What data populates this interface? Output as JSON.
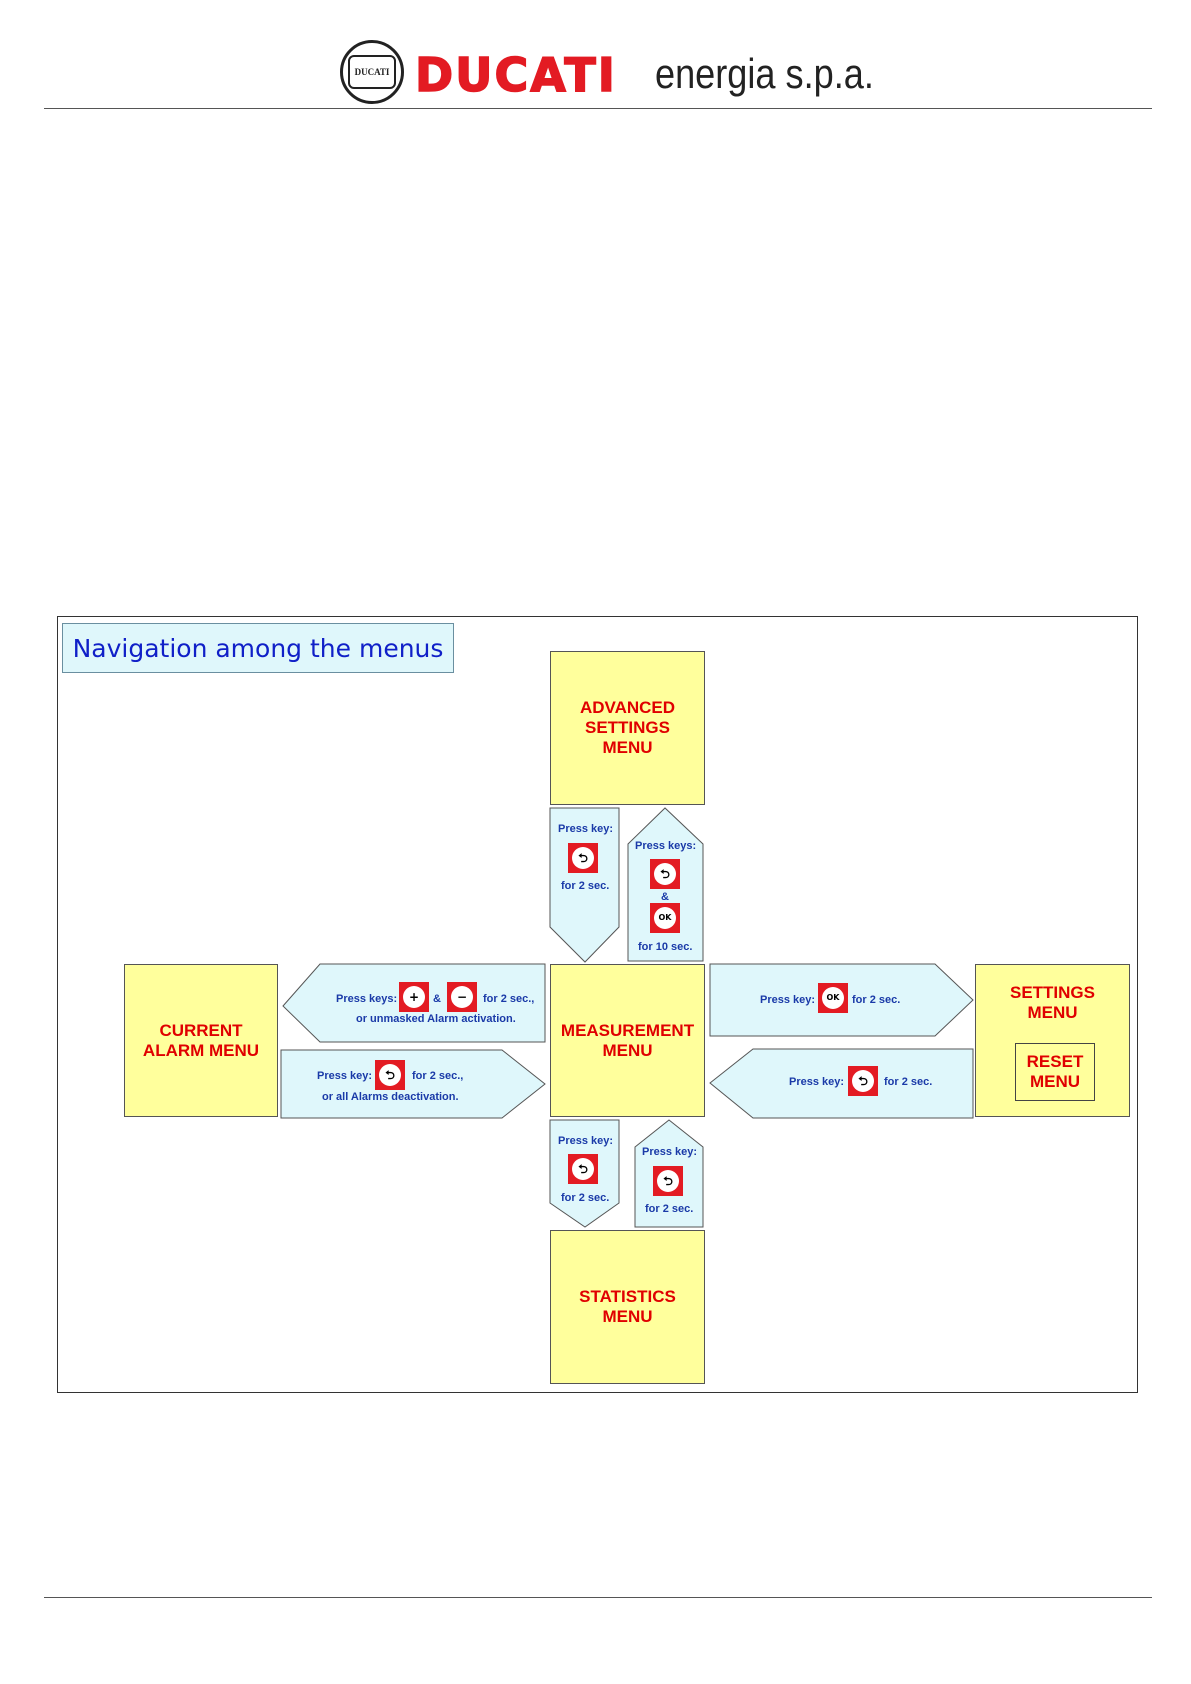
{
  "header": {
    "brand_name": "DUCATI",
    "brand_sub": "energia s.p.a.",
    "seal_text": "DUCATI"
  },
  "diagram": {
    "title": "Navigation among the menus",
    "menus": {
      "advanced": "ADVANCED\nSETTINGS\nMENU",
      "measurement": "MEASUREMENT\nMENU",
      "statistics": "STATISTICS\nMENU",
      "current_alarm": "CURRENT\nALARM MENU",
      "settings": "SETTINGS\nMENU",
      "reset": "RESET\nMENU"
    },
    "arrows": {
      "meas_to_adv": {
        "line1": "Press keys:",
        "amp": "&",
        "line3": "for 10 sec."
      },
      "adv_to_meas": {
        "line1": "Press key:",
        "line2": "for 2 sec."
      },
      "meas_to_stat": {
        "line1": "Press key:",
        "line2": "for 2 sec."
      },
      "stat_to_meas": {
        "line1": "Press key:",
        "line2": "for 2 sec."
      },
      "meas_to_alarm": {
        "line1": "Press keys:",
        "amp": "&",
        "line1b": "for 2 sec.,",
        "line2": "or unmasked Alarm activation."
      },
      "alarm_to_meas": {
        "line1": "Press key:",
        "line1b": "for 2 sec.,",
        "line2": "or all Alarms deactivation."
      },
      "meas_to_settings": {
        "line1": "Press key:",
        "line1b": "for 2 sec."
      },
      "settings_to_meas": {
        "line1": "Press key:",
        "line1b": "for 2 sec."
      }
    },
    "key_glyphs": {
      "back": "⮌",
      "ok": "OK",
      "up": "+",
      "down": "−"
    },
    "colors": {
      "menu_fill": "#ffff9c",
      "arrow_fill": "#dff7fb",
      "menu_text": "#e00000",
      "arrow_text": "#1a3aa8",
      "title_text": "#1020c8",
      "key_red": "#e31b23"
    }
  }
}
